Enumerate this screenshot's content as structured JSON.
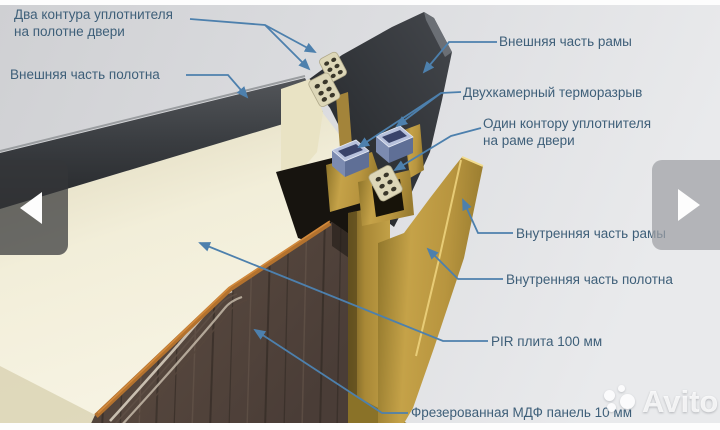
{
  "labels": {
    "seals_leaf": {
      "line1": "Два контура уплотнителя",
      "line2": "на полотне двери"
    },
    "outer_leaf": {
      "text": "Внешняя часть полотна"
    },
    "outer_frame": {
      "text": "Внешняя часть рамы"
    },
    "thermal_break": {
      "text": "Двухкамерный терморазрыв"
    },
    "seal_frame": {
      "line1": "Один контору уплотнителя",
      "line2": "на раме двери"
    },
    "inner_frame": {
      "text": "Внутренняя часть рамы"
    },
    "inner_leaf": {
      "text": "Внутренняя часть полотна"
    },
    "pir": {
      "text": "PIR плита 100 мм"
    },
    "mdf": {
      "text": "Фрезерованная МДФ панель 10 мм"
    }
  },
  "watermark": {
    "brand": "Avito"
  },
  "carousel": {
    "prev_icon": "left-triangle",
    "next_icon": "right-triangle"
  },
  "colors": {
    "label_text": "#3e5f79",
    "leader_blue": "#4d80ad",
    "leaf_dark": "#33363a",
    "pir_cream": "#efeacd",
    "wood_brown": "#53453c",
    "frame_gold": "#b5923f",
    "thermal_tube_blue": "#8795bd",
    "seal_cream": "#ddd7b8",
    "background": "#dcdde0"
  }
}
